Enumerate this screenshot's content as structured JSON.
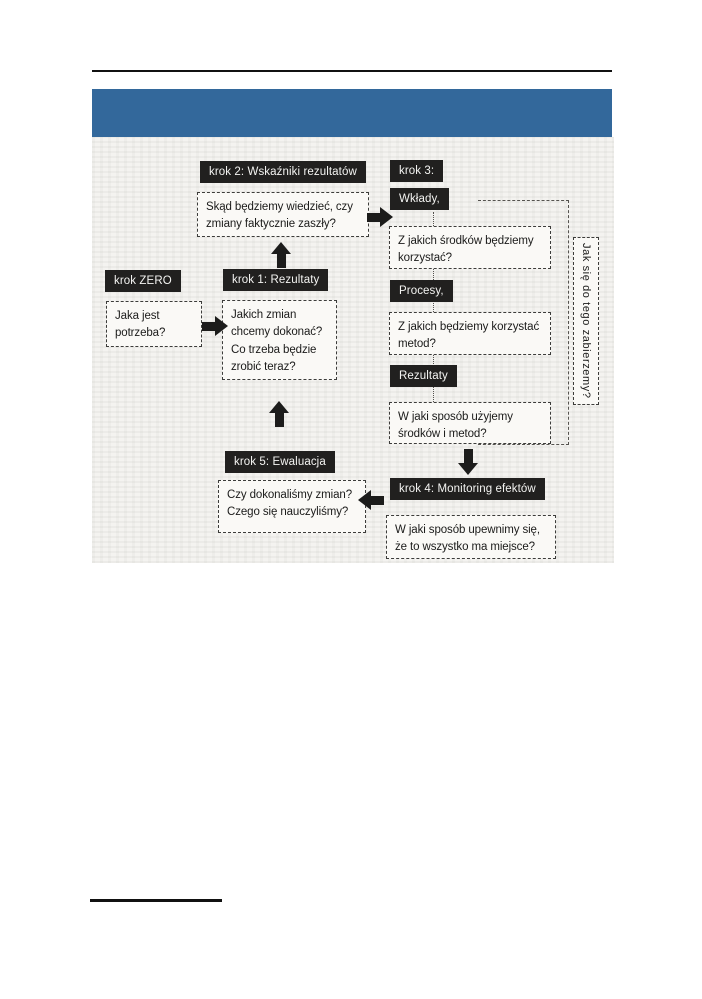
{
  "colors": {
    "banner_blue": "#33689B",
    "box_dark": "#21201f",
    "diagram_bg": "#f4f3f0"
  },
  "diagram": {
    "vertical_label": "Jak się do tego zabierzemy?",
    "steps": {
      "zero": {
        "label": "krok ZERO",
        "question": "Jaka jest potrzeba?"
      },
      "one": {
        "label": "krok 1: Rezultaty",
        "question": "Jakich zmian chcemy dokonać? Co trzeba będzie zrobić teraz?"
      },
      "two": {
        "label": "krok 2: Wskaźniki rezultatów",
        "question": "Skąd będziemy wiedzieć, czy zmiany faktycznie zaszły?"
      },
      "three": {
        "label": "krok 3:",
        "sub": [
          {
            "label": "Wkłady,",
            "question": "Z jakich środków będziemy korzystać?"
          },
          {
            "label": "Procesy,",
            "question": "Z jakich będziemy korzystać metod?"
          },
          {
            "label": "Rezultaty",
            "question": "W jaki sposób użyjemy środków i metod?"
          }
        ]
      },
      "four": {
        "label": "krok 4: Monitoring efektów",
        "question": "W jaki sposób upewnimy się, że to wszystko ma miejsce?"
      },
      "five": {
        "label": "krok 5: Ewaluacja",
        "question": "Czy dokonaliśmy zmian? Czego się nauczyliśmy?"
      }
    }
  }
}
